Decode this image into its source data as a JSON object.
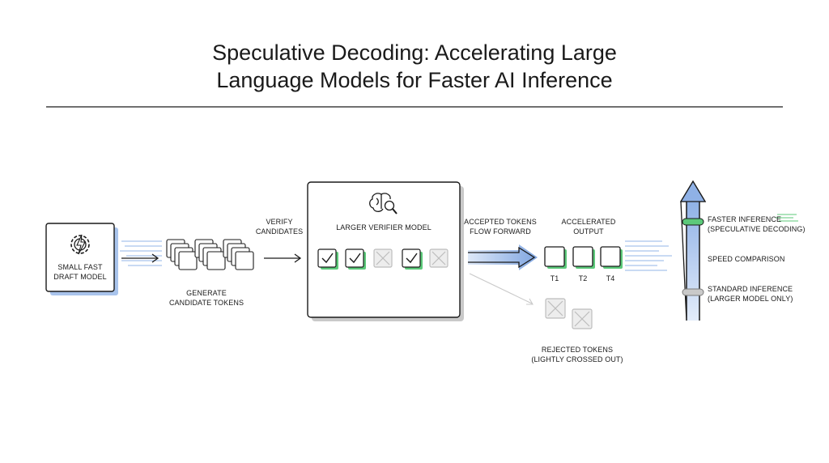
{
  "title": {
    "line1": "Speculative Decoding: Accelerating Large",
    "line2": "Language Models for Faster AI Inference"
  },
  "draft_model": {
    "line1": "SMALL FAST",
    "line2": "DRAFT MODEL",
    "icon": "gear-lightning-icon"
  },
  "generate_label": {
    "line1": "GENERATE",
    "line2": "CANDIDATE TOKENS"
  },
  "verify_label": {
    "line1": "VERIFY",
    "line2": "CANDIDATES"
  },
  "verifier_model": {
    "title": "LARGER VERIFIER MODEL",
    "icon": "brain-magnifier-icon",
    "tokens": [
      "accepted",
      "accepted",
      "rejected",
      "accepted",
      "rejected"
    ]
  },
  "accepted_label": {
    "line1": "ACCEPTED TOKENS",
    "line2": "FLOW FORWARD"
  },
  "output_label": {
    "line1": "ACCELERATED",
    "line2": "OUTPUT"
  },
  "output_tokens": [
    "T1",
    "T2",
    "T4"
  ],
  "rejected_label": {
    "line1": "REJECTED TOKENS",
    "line2": "(LIGHTLY CROSSED OUT)"
  },
  "speed": {
    "faster": {
      "line1": "FASTER INFERENCE",
      "line2": "(SPECULATIVE DECODING)"
    },
    "comparison": "SPEED COMPARISON",
    "standard": {
      "line1": "STANDARD INFERENCE",
      "line2": "(LARGER MODEL ONLY)"
    }
  },
  "colors": {
    "accent_blue": "#a9c4ec",
    "accent_green": "#5cc97a",
    "rejected_gray": "#c9c9c9",
    "line_dark": "#1a1a1a"
  }
}
